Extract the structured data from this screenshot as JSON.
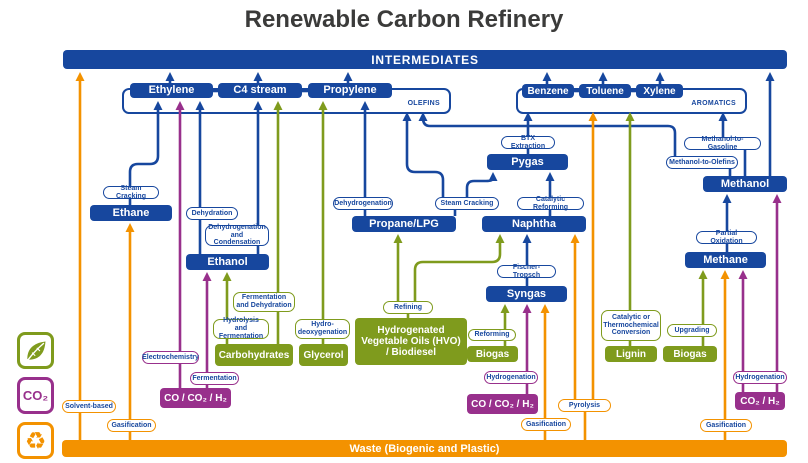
{
  "title": "Renewable Carbon Refinery",
  "bars": {
    "intermediates": "INTERMEDIATES",
    "waste": "Waste (Biogenic and Plastic)"
  },
  "groups": {
    "olefins": "OLEFINS",
    "aromatics": "AROMATICS"
  },
  "products": {
    "ethylene": "Ethylene",
    "c4_stream": "C4 stream",
    "propylene": "Propylene",
    "benzene": "Benzene",
    "toluene": "Toluene",
    "xylene": "Xylene",
    "ethane": "Ethane",
    "ethanol": "Ethanol",
    "propane_lpg": "Propane/LPG",
    "naphtha": "Naphtha",
    "pygas": "Pygas",
    "syngas": "Syngas",
    "methanol": "Methanol",
    "methane": "Methane"
  },
  "feedstocks": {
    "carbohydrates": "Carbohydrates",
    "glycerol": "Glycerol",
    "hvo": "Hydrogenated Vegetable Oils (HVO) / Biodiesel",
    "biogas_mid": "Biogas",
    "lignin": "Lignin",
    "biogas_right": "Biogas",
    "co_co2_h2_left": "CO / CO₂ / H₂",
    "co_co2_h2_mid": "CO / CO₂ / H₂",
    "co2_h2_right": "CO₂ / H₂"
  },
  "processes": {
    "steam_cracking_left": "Steam Cracking",
    "dehydration": "Dehydration",
    "dehydro_condensation": "Dehydrogenation and Condensation",
    "dehydrogenation": "Dehydrogenation",
    "steam_cracking_mid": "Steam Cracking",
    "catalytic_reforming": "Catalytic Reforming",
    "btx_extraction": "BTX Extraction",
    "fischer_tropsch": "Fischer-Tropsch",
    "partial_oxidation": "Partial Oxidation",
    "methanol_to_gasoline": "Methanol-to-Gasoline",
    "methanol_to_olefins": "Methanol-to-Olefins",
    "fermentation_dehydration": "Fermentation and Dehydration",
    "hydrolysis_fermentation": "Hydrolysis and Fermentation",
    "hydro_deoxygenation": "Hydro-deoxygenation",
    "refining": "Refining",
    "reforming": "Reforming",
    "catalytic_thermochemical": "Catalytic or Thermochemical Conversion",
    "upgrading": "Upgrading",
    "electrochemistry": "Electrochemistry",
    "fermentation": "Fermentation",
    "hydrogenation_mid": "Hydrogenation",
    "hydrogenation_right": "Hydrogenation",
    "solvent_based": "Solvent-based",
    "gasification_left": "Gasification",
    "gasification_mid": "Gasification",
    "pyrolysis": "Pyrolysis",
    "gasification_right": "Gasification"
  },
  "icons": {
    "co2_text": "CO₂",
    "recycle_glyph": "♻"
  },
  "colors": {
    "blue": "#17479E",
    "orange": "#F39200",
    "purple": "#98308C",
    "olive": "#7F9B1D"
  }
}
